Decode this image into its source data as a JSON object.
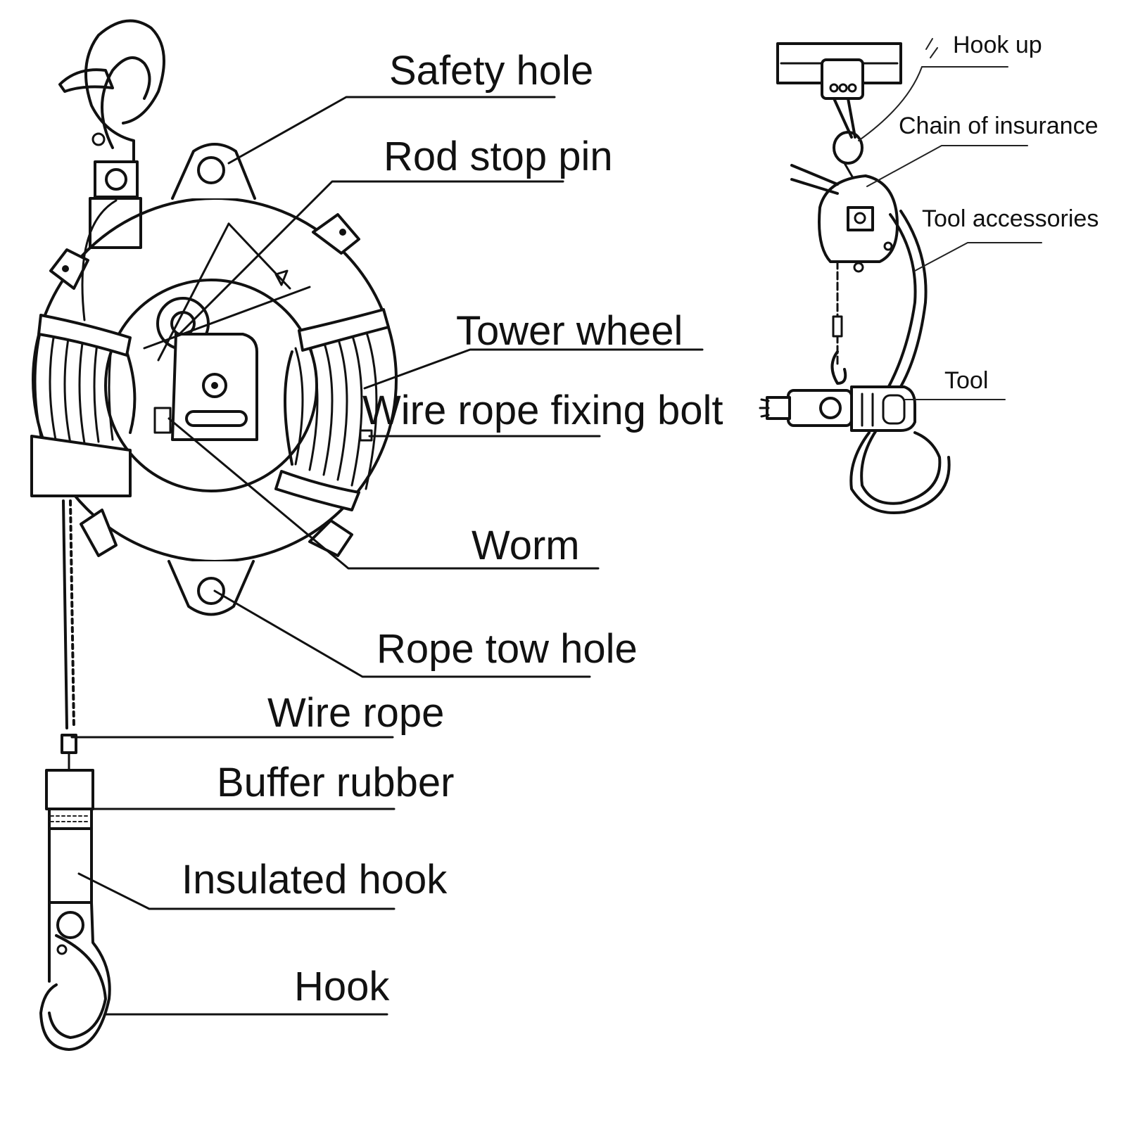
{
  "labels": {
    "safety_hole": "Safety hole",
    "rod_stop_pin": "Rod stop pin",
    "tower_wheel": "Tower wheel",
    "wire_rope_fixing_bolt": "Wire rope fixing bolt",
    "worm": "Worm",
    "rope_tow_hole": "Rope tow hole",
    "wire_rope": "Wire rope",
    "buffer_rubber": "Buffer rubber",
    "insulated_hook": "Insulated hook",
    "hook": "Hook"
  },
  "install_labels": {
    "hook_up": "Hook up",
    "chain_of_insurance": "Chain of insurance",
    "tool_accessories": "Tool accessories",
    "tool": "Tool"
  },
  "colors": {
    "ink": "#111111",
    "background": "#ffffff"
  }
}
